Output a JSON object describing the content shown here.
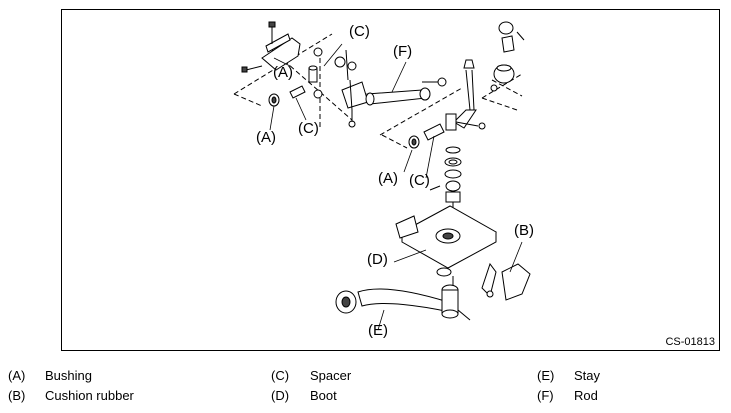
{
  "diagram": {
    "callouts": {
      "c_top": "(C)",
      "a_top": "(A)",
      "f": "(F)",
      "a_left": "(A)",
      "c_left": "(C)",
      "a_mid": "(A)",
      "c_mid": "(C)",
      "b": "(B)",
      "d": "(D)",
      "e": "(E)"
    },
    "figure_code": "CS-01813"
  },
  "legend": {
    "rows": [
      [
        {
          "key": "(A)",
          "label": "Bushing"
        },
        {
          "key": "(C)",
          "label": "Spacer"
        },
        {
          "key": "(E)",
          "label": "Stay"
        }
      ],
      [
        {
          "key": "(B)",
          "label": "Cushion rubber"
        },
        {
          "key": "(D)",
          "label": "Boot"
        },
        {
          "key": "(F)",
          "label": "Rod"
        }
      ]
    ]
  }
}
